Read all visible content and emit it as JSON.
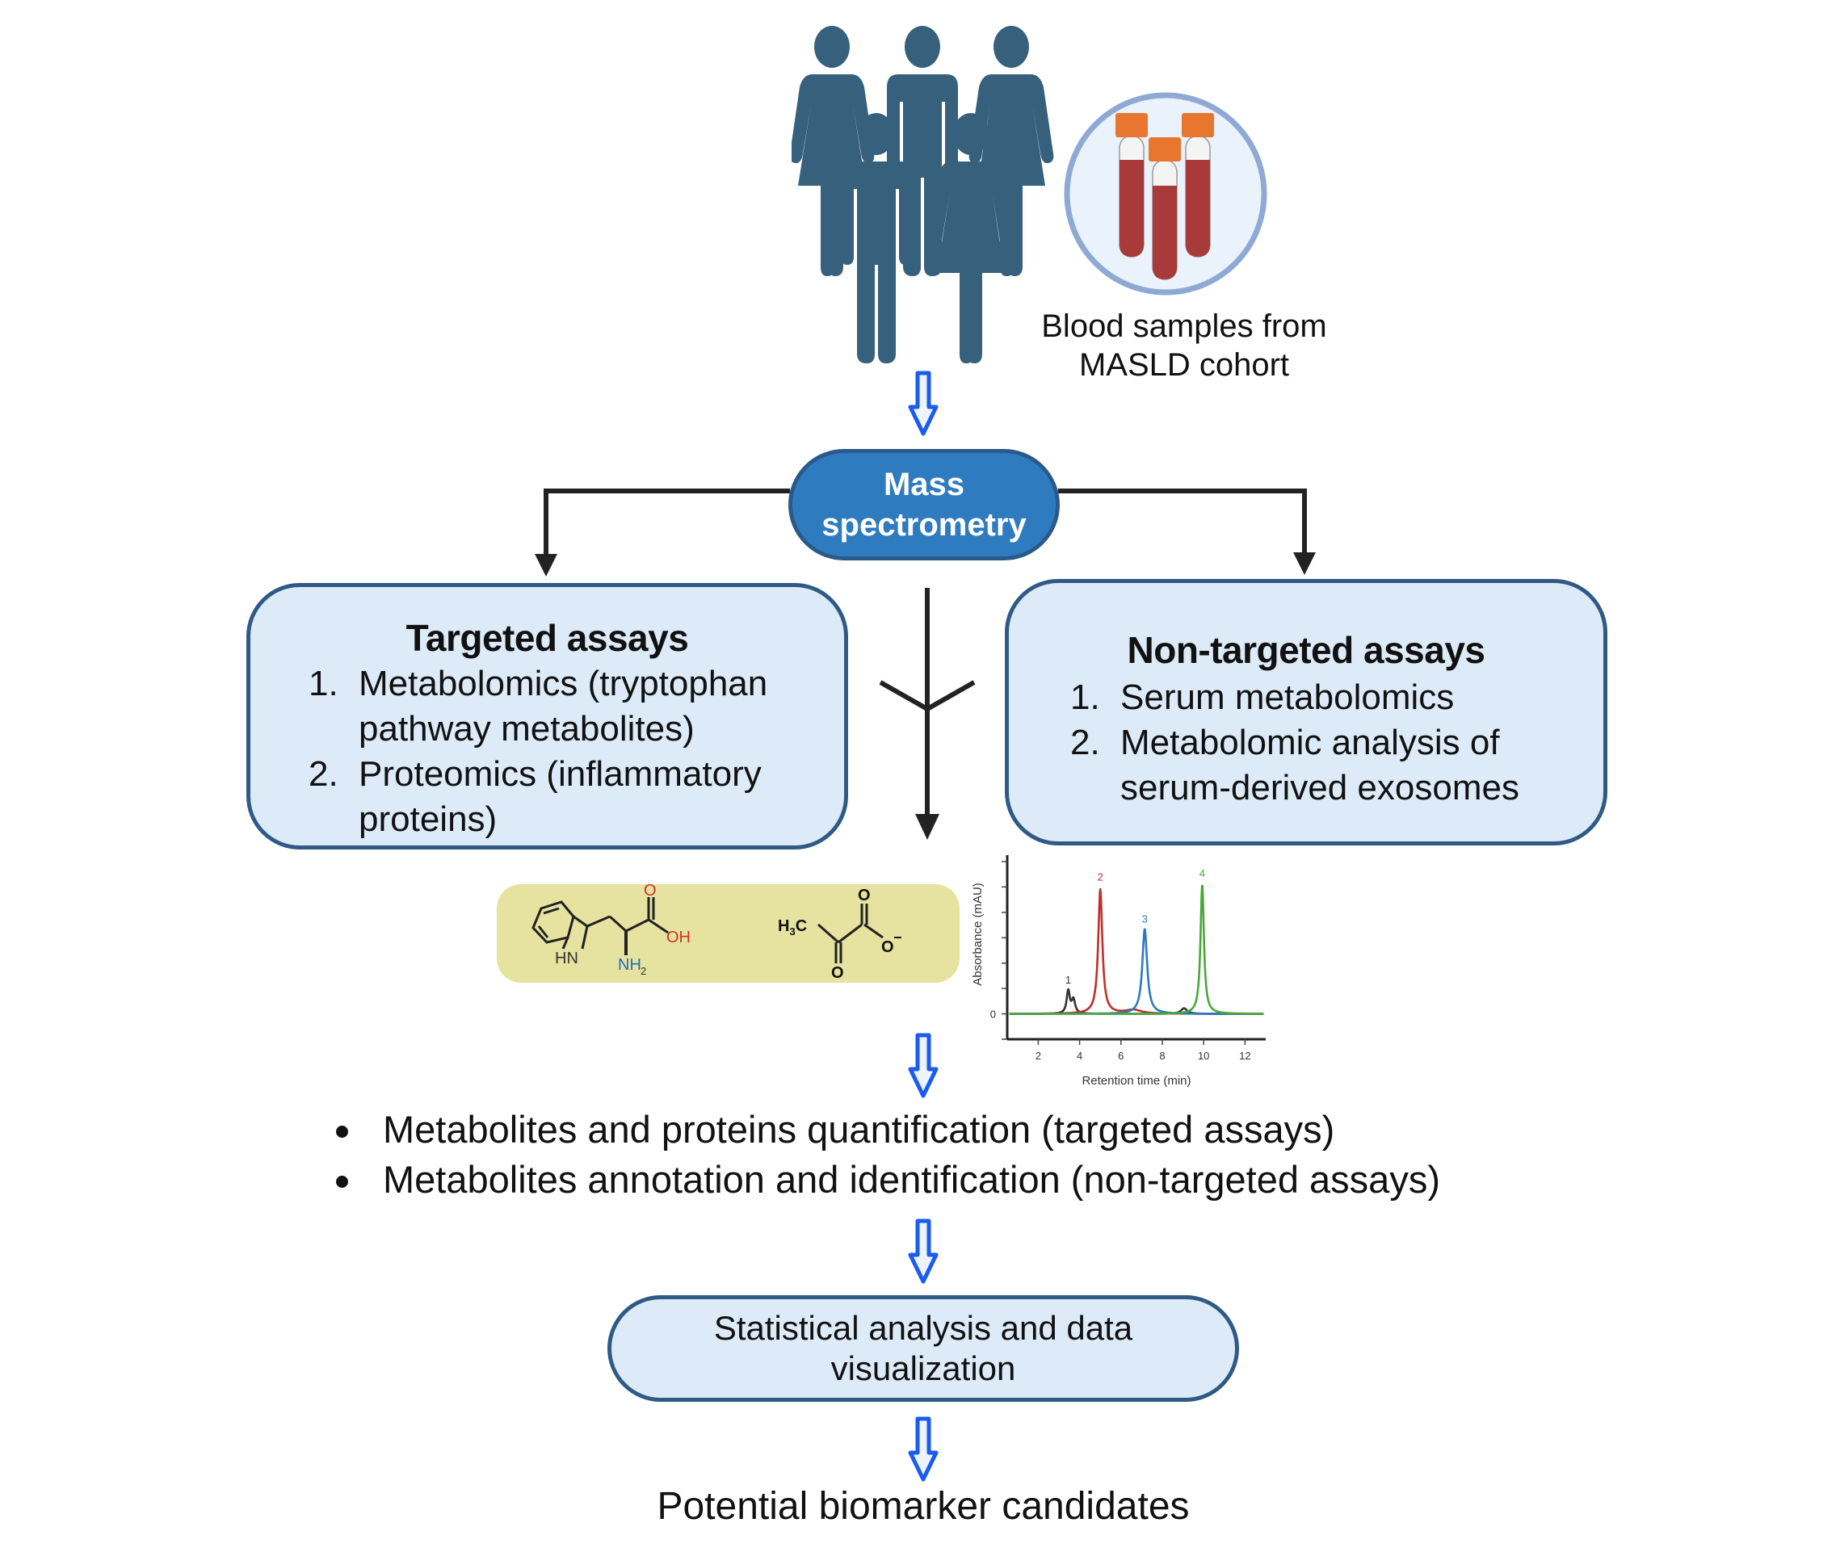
{
  "colors": {
    "people": "#36607c",
    "tube_blood": "#a83a3a",
    "tube_cap": "#e8762e",
    "circle_fill": "#eaf2fb",
    "circle_stroke": "#8fa9d5",
    "hollow_arrow": "#1a5cf0",
    "box_fill": "#ddebf8",
    "box_stroke": "#2f5a86",
    "mass_fill": "#2f7bc0",
    "connector": "#222222",
    "molecule_panel": "#e6e3a0",
    "oxygen": "#d0302a",
    "nitrogen": "#1e6fb5"
  },
  "cohort": {
    "people_icons": [
      "woman-icon",
      "man-icon",
      "woman-icon",
      "man-icon",
      "woman-icon"
    ],
    "tubes_icon": "blood-tubes-icon",
    "caption_lines": [
      "Blood samples from",
      "MASLD cohort"
    ]
  },
  "mass_spec": {
    "lines": [
      "Mass",
      "spectrometry"
    ]
  },
  "targeted": {
    "title": "Targeted assays",
    "items": [
      {
        "num": "1.",
        "lines": [
          "Metabolomics (tryptophan",
          "pathway metabolites)"
        ]
      },
      {
        "num": "2.",
        "lines": [
          "Proteomics (inflammatory",
          "proteins)"
        ]
      }
    ]
  },
  "non_targeted": {
    "title": "Non-targeted assays",
    "items": [
      {
        "num": "1.",
        "lines": [
          "Serum metabolomics"
        ]
      },
      {
        "num": "2.",
        "lines": [
          "Metabolomic analysis of",
          "serum-derived exosomes"
        ]
      }
    ]
  },
  "molecules": {
    "tryptophan": {
      "labels": {
        "O": "O",
        "OH": "OH",
        "HN": "HN",
        "NH2": "NH",
        "NH2_sub": "2"
      }
    },
    "pyruvate": {
      "labels": {
        "H3C": "H",
        "H3C_sub": "3",
        "H3C_c": "C",
        "O_top": "O",
        "O_bottom": "O",
        "O_minus": "O",
        "charge": "−"
      }
    }
  },
  "chart_data": {
    "type": "line",
    "title": "",
    "xlabel": "Retention time (min)",
    "ylabel": "Absorbance (mAU)",
    "xlim": [
      0.5,
      13
    ],
    "ylim": [
      -1,
      6
    ],
    "x_ticks": [
      2,
      4,
      6,
      8,
      10,
      12
    ],
    "y_ticks_labeled": [
      0
    ],
    "y_ticks_count": 8,
    "grid": false,
    "series": [
      {
        "name": "1",
        "color": "#333333",
        "peaks": [
          {
            "x": 3.45,
            "height": 0.9,
            "width": 0.09
          },
          {
            "x": 3.7,
            "height": 0.55,
            "width": 0.1
          },
          {
            "x": 9.05,
            "height": 0.22,
            "width": 0.18
          }
        ],
        "label": "1",
        "label_x": 3.45,
        "label_y": 1.2
      },
      {
        "name": "2",
        "color": "#c0302a",
        "peaks": [
          {
            "x": 5.0,
            "height": 4.9,
            "width": 0.12
          },
          {
            "x": 6.6,
            "height": 0.15,
            "width": 0.45
          }
        ],
        "label": "2",
        "label_x": 5.0,
        "label_y": 5.25
      },
      {
        "name": "3",
        "color": "#2a7bc0",
        "peaks": [
          {
            "x": 7.15,
            "height": 3.35,
            "width": 0.14
          }
        ],
        "label": "3",
        "label_x": 7.15,
        "label_y": 3.6
      },
      {
        "name": "4",
        "color": "#4aa83a",
        "peaks": [
          {
            "x": 9.93,
            "height": 5.1,
            "width": 0.1
          }
        ],
        "label": "4",
        "label_x": 9.93,
        "label_y": 5.4
      }
    ]
  },
  "outputs": {
    "bullets": [
      "Metabolites and proteins quantification (targeted assays)",
      "Metabolites annotation and identification (non-targeted assays)"
    ]
  },
  "stats": {
    "lines": [
      "Statistical analysis and data",
      "visualization"
    ]
  },
  "final": {
    "text": "Potential biomarker candidates"
  }
}
